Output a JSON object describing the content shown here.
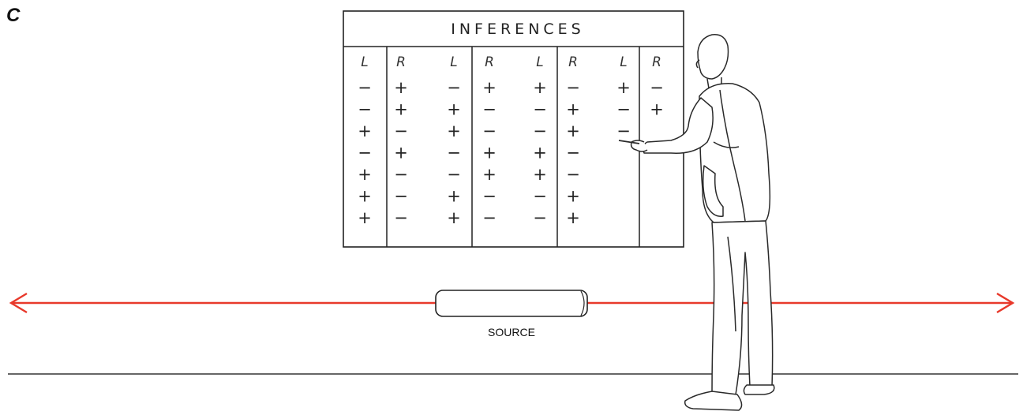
{
  "panel_label": "C",
  "board": {
    "title": "INFERENCES",
    "columns": [
      "L",
      "R",
      "L",
      "R",
      "L",
      "R",
      "L",
      "R"
    ],
    "rows": [
      [
        "−",
        "+",
        "−",
        "+",
        "+",
        "−",
        "+",
        "−"
      ],
      [
        "−",
        "+",
        "+",
        "−",
        "−",
        "+",
        "−",
        "+"
      ],
      [
        "+",
        "−",
        "+",
        "−",
        "−",
        "+",
        "−",
        ""
      ],
      [
        "−",
        "+",
        "−",
        "+",
        "+",
        "−",
        "",
        ""
      ],
      [
        "+",
        "−",
        "−",
        "+",
        "+",
        "−",
        "",
        ""
      ],
      [
        "+",
        "−",
        "+",
        "−",
        "−",
        "+",
        "",
        ""
      ],
      [
        "+",
        "−",
        "+",
        "−",
        "−",
        "+",
        "",
        ""
      ]
    ]
  },
  "source": {
    "label": "SOURCE"
  },
  "colors": {
    "arrow": "#e8392b",
    "ink": "#222222",
    "background": "#ffffff"
  }
}
